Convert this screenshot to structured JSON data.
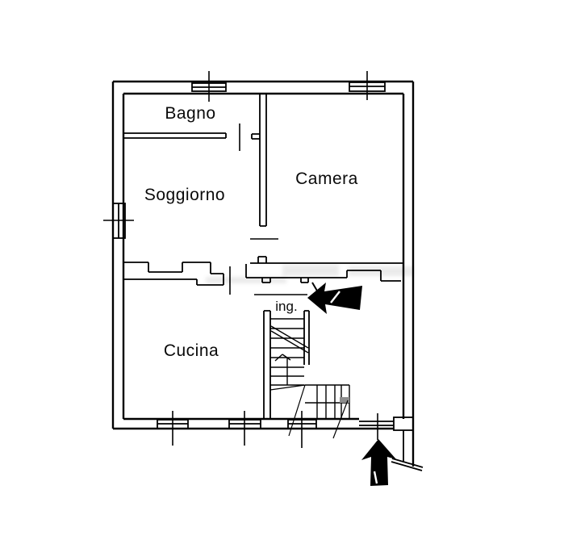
{
  "plan": {
    "rooms": [
      {
        "id": "bagno",
        "label": "Bagno"
      },
      {
        "id": "soggiorno",
        "label": "Soggiorno"
      },
      {
        "id": "camera",
        "label": "Camera"
      },
      {
        "id": "cucina",
        "label": "Cucina"
      },
      {
        "id": "ingresso",
        "label": "ing."
      }
    ],
    "colors": {
      "line": "#000000",
      "background": "#ffffff",
      "stair_step_fill": "#8c8c8c",
      "watermark": "#c6c6c6"
    }
  }
}
